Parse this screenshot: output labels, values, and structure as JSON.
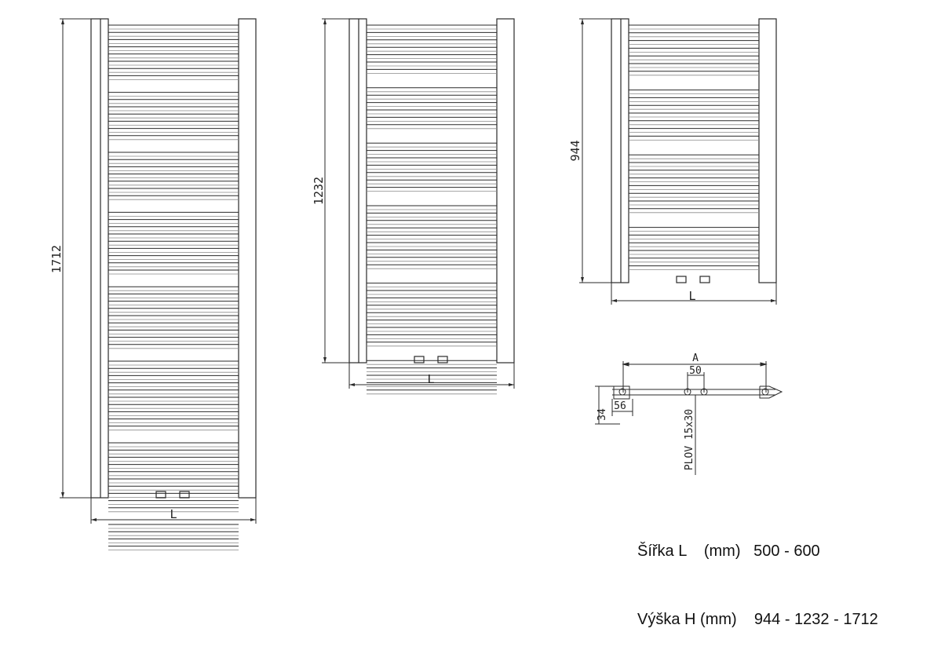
{
  "radiators": [
    {
      "height_label": "1712",
      "width_label": "L"
    },
    {
      "height_label": "1232",
      "width_label": "L"
    },
    {
      "height_label": "944",
      "width_label": "L"
    }
  ],
  "connection_detail": {
    "dim_a": "A",
    "dim_spacing": "50",
    "dim_offset": "56",
    "dim_side": "34",
    "connection_label": "PLOV 15x30"
  },
  "specs": {
    "width_row": {
      "label": "Šířka L",
      "unit": "(mm)",
      "value": "500 - 600"
    },
    "height_row": {
      "label": "Výška H",
      "unit": "(mm)",
      "value": "944 - 1232 - 1712"
    }
  },
  "colors": {
    "line": "#2a2a2a",
    "light_line": "#8a8a8a"
  }
}
